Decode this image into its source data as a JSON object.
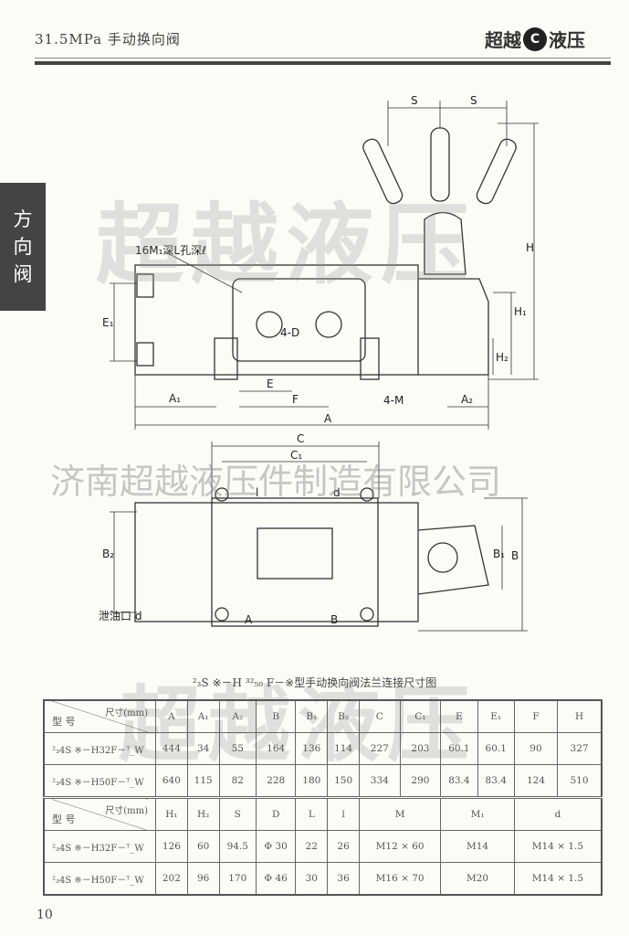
{
  "header": {
    "title": "31.5MPa 手动换向阀",
    "brand_left": "超越",
    "brand_right": "液压",
    "logo_glyph": "C"
  },
  "side_tab": [
    "方",
    "向",
    "阀"
  ],
  "watermarks": {
    "top": "超越液压",
    "company": "济南超越液压件制造有限公司",
    "table": "超越液压"
  },
  "drawing": {
    "top_view": {
      "S1": "S",
      "S2": "S",
      "H": "H",
      "thread_note": "16M₁深L孔深ℓ",
      "E1": "E₁",
      "H1": "H₁",
      "H2": "H₂",
      "ports": "4-D",
      "A1": "A₁",
      "E": "E",
      "F": "F",
      "M": "4-M",
      "A2": "A₂",
      "A": "A"
    },
    "plan_view": {
      "C": "C",
      "C1": "C₁",
      "l": "l",
      "d": "d",
      "B2": "B₂",
      "B1": "B₁",
      "B": "B",
      "drain": "泄油口 d",
      "port_a": "A",
      "port_b": "B"
    }
  },
  "caption": "²₃S ※－H ³²₅₀ F－※型手动换向阀法兰连接尺寸图",
  "table": {
    "corner_top": "尺寸(mm)",
    "corner_bottom": "型 号",
    "headers1": [
      "A",
      "A₁",
      "A₂",
      "B",
      "B₁",
      "B₂",
      "C",
      "C₁",
      "E",
      "E₁",
      "F",
      "H"
    ],
    "rows1": [
      {
        "model": "²₃4S ※－H32F－ᵀ_W",
        "values": [
          "444",
          "34",
          "55",
          "164",
          "136",
          "114",
          "227",
          "203",
          "60.1",
          "60.1",
          "90",
          "327"
        ]
      },
      {
        "model": "²₃4S ※－H50F－ᵀ_W",
        "values": [
          "640",
          "115",
          "82",
          "228",
          "180",
          "150",
          "334",
          "290",
          "83.4",
          "83.4",
          "124",
          "510"
        ]
      }
    ],
    "headers2": [
      "H₁",
      "H₂",
      "S",
      "D",
      "L",
      "l",
      "M",
      "M₁",
      "d"
    ],
    "rows2": [
      {
        "model": "²₃4S ※－H32F－ᵀ_W",
        "values": [
          "126",
          "60",
          "94.5",
          "Φ 30",
          "22",
          "26",
          "M12 × 60",
          "M14",
          "M14 × 1.5"
        ]
      },
      {
        "model": "²₃4S ※－H50F－ᵀ_W",
        "values": [
          "202",
          "96",
          "170",
          "Φ 46",
          "30",
          "36",
          "M16 × 70",
          "M20",
          "M14 × 1.5"
        ]
      }
    ]
  },
  "page_number": "10"
}
